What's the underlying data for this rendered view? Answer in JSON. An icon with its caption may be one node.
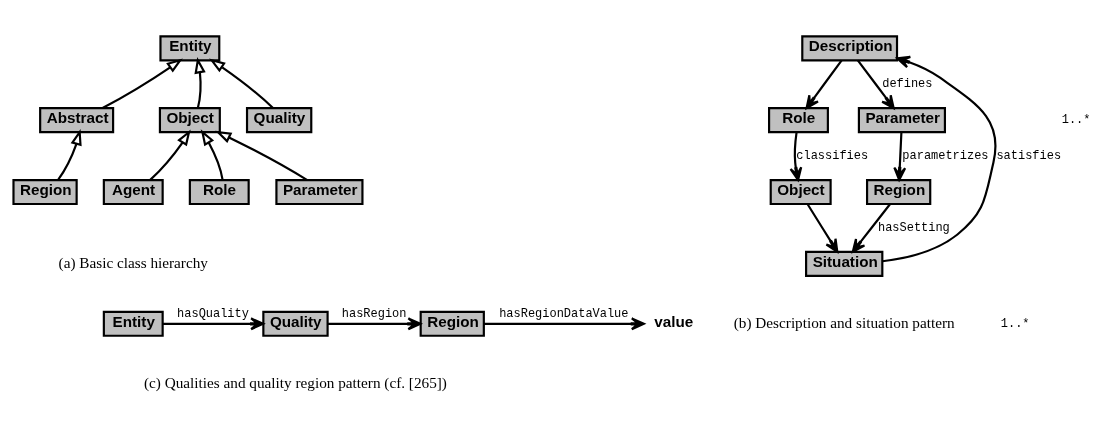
{
  "diagram": {
    "nodes": [
      {
        "text": [
          "Entity"
        ]
      },
      {
        "text": [
          "Abstract"
        ]
      },
      {
        "text": [
          "Object"
        ]
      },
      {
        "text": [
          "Quality"
        ]
      },
      {
        "text": [
          "Region"
        ]
      },
      {
        "text": [
          "Agent"
        ]
      },
      {
        "text": [
          "Role"
        ]
      },
      {
        "text": [
          "Parameter"
        ]
      },
      {
        "text": [
          "Description"
        ]
      },
      {
        "text": [
          "Role"
        ]
      },
      {
        "text": [
          "Parameter"
        ]
      },
      {
        "text": [
          "Object"
        ]
      },
      {
        "text": [
          "Region"
        ]
      },
      {
        "text": [
          "Situation"
        ]
      },
      {
        "text": [
          "Entity"
        ]
      },
      {
        "text": [
          "Quality"
        ]
      },
      {
        "text": [
          "Region"
        ]
      },
      {
        "text": [
          "value"
        ]
      }
    ],
    "edges": [
      {
        "from": 1,
        "to": 0,
        "arrow": "to"
      },
      {
        "from": 2,
        "to": 0,
        "arrow": "to"
      },
      {
        "from": 3,
        "to": 0,
        "arrow": "to"
      },
      {
        "from": 4,
        "to": 1,
        "arrow": "to"
      },
      {
        "from": 5,
        "to": 2,
        "arrow": "to"
      },
      {
        "from": 6,
        "to": 2,
        "arrow": "to"
      },
      {
        "from": 7,
        "to": 2,
        "arrow": "to"
      },
      {
        "from": 8,
        "to": 9,
        "arrow": "to"
      },
      {
        "from": 8,
        "to": 10,
        "arrow": "to",
        "label": "defines"
      },
      {
        "from": 9,
        "to": 11,
        "arrow": "to",
        "label": "classifies"
      },
      {
        "from": 10,
        "to": 12,
        "arrow": "to",
        "label": "parametrizes"
      },
      {
        "from": 13,
        "to": 8,
        "arrow": "to",
        "label": "satisfies"
      },
      {
        "from": 11,
        "to": 13,
        "arrow": "to"
      },
      {
        "from": 12,
        "to": 13,
        "arrow": "to",
        "label": "hasSetting"
      },
      {
        "from": 14,
        "to": 15,
        "arrow": "to",
        "label": "hasQuality"
      },
      {
        "from": 15,
        "to": 16,
        "arrow": "to",
        "label": "hasRegion"
      },
      {
        "from": 16,
        "to": 17,
        "arrow": "to",
        "label": "hasRegionDataValue"
      }
    ],
    "labels": [
      "1..*",
      "(a) Basic class hierarchy",
      "(b) Description and situation pattern",
      "1..*",
      "(c) Qualities and quality region pattern (cf. [265])"
    ]
  }
}
